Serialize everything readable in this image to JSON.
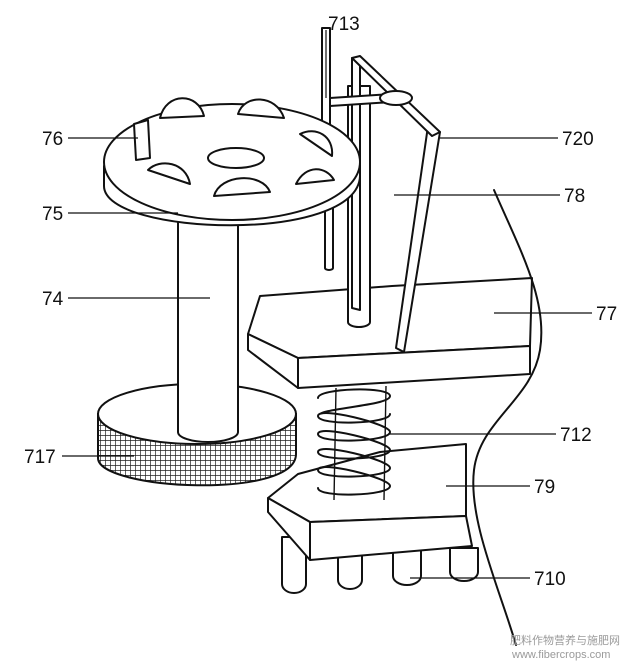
{
  "labels": {
    "l713": "713",
    "l76": "76",
    "l720": "720",
    "l78": "78",
    "l75": "75",
    "l74": "74",
    "l77": "77",
    "l712": "712",
    "l717": "717",
    "l79": "79",
    "l710": "710"
  },
  "watermark": {
    "line1": "肥料作物营养与施肥网",
    "line2": "www.fibercrops.com"
  }
}
